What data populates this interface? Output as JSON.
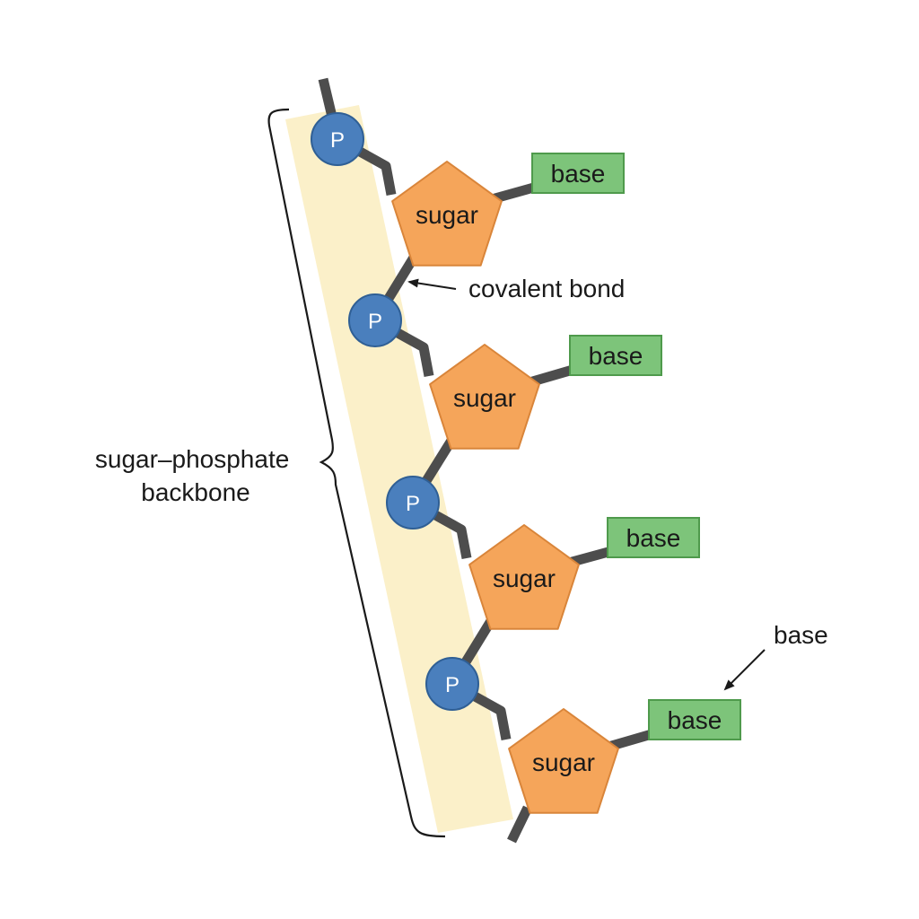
{
  "backbone_label": [
    "sugar–phosphate",
    "backbone"
  ],
  "covalent_bond_label": "covalent bond",
  "base_callout_label": "base",
  "nucleotides": [
    {
      "phosphate": "P",
      "sugar": "sugar",
      "base": "base"
    },
    {
      "phosphate": "P",
      "sugar": "sugar",
      "base": "base"
    },
    {
      "phosphate": "P",
      "sugar": "sugar",
      "base": "base"
    },
    {
      "phosphate": "P",
      "sugar": "sugar",
      "base": "base"
    }
  ],
  "colors": {
    "backbone_band": "#fbf0c9",
    "bond": "#4d4d4d",
    "phosphate_fill": "#4a7fbd",
    "phosphate_stroke": "#2f5f95",
    "sugar_fill": "#f5a55a",
    "sugar_stroke": "#d9853a",
    "base_fill": "#7dc47a",
    "base_stroke": "#4f9a4c",
    "text": "#1a1a1a"
  }
}
